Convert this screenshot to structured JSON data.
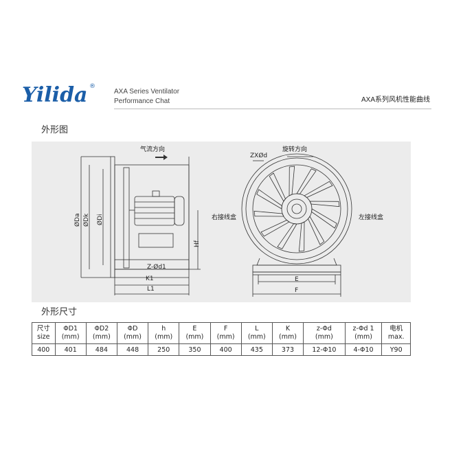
{
  "brand": {
    "logo_text": "Yilida",
    "registered": "®"
  },
  "header": {
    "series_line1": "AXA Series Ventilator",
    "series_line2": "Performance Chat",
    "title_right": "AXA系列风机性能曲线"
  },
  "sections": {
    "outline": "外形图",
    "dimensions": "外形尺寸"
  },
  "drawing": {
    "airflow": "气流方向",
    "rotation": "旋转方向",
    "zxod": "ZXØd",
    "right_box": "右接线盒",
    "left_box": "左接线盒",
    "da": "ØDa",
    "dk": "ØDk",
    "di": "ØDi",
    "hf": "Hf",
    "zod1": "Z-Ød1",
    "k1": "K1",
    "l1": "L1",
    "e": "E",
    "f": "F"
  },
  "table": {
    "headers": [
      [
        "尺寸",
        "size"
      ],
      [
        "ΦD1",
        "(mm)"
      ],
      [
        "ΦD2",
        "(mm)"
      ],
      [
        "ΦD",
        "(mm)"
      ],
      [
        "h",
        "(mm)"
      ],
      [
        "E",
        "(mm)"
      ],
      [
        "F",
        "(mm)"
      ],
      [
        "L",
        "(mm)"
      ],
      [
        "K",
        "(mm)"
      ],
      [
        "z-Φd",
        "(mm)"
      ],
      [
        "z-Φd 1",
        "(mm)"
      ],
      [
        "电机",
        "max."
      ]
    ],
    "row": [
      "400",
      "401",
      "484",
      "448",
      "250",
      "350",
      "400",
      "435",
      "373",
      "12-Φ10",
      "4-Φ10",
      "Y90"
    ]
  },
  "colors": {
    "logo_blue": "#1b5ea8",
    "table_border": "#555555",
    "panel_bg": "#ececec"
  }
}
